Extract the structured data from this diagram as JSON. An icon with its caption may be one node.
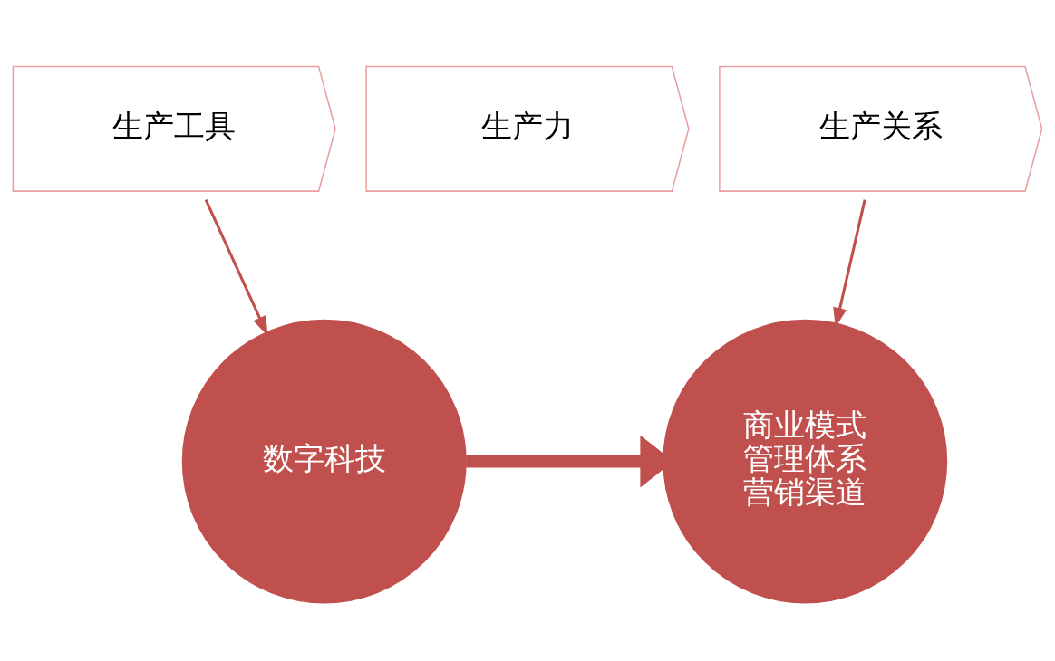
{
  "diagram": {
    "nodes": [
      {
        "text": [
          "生产工具"
        ]
      },
      {
        "text": [
          "生产力"
        ]
      },
      {
        "text": [
          "生产关系"
        ]
      },
      {
        "text": [
          "数字科技"
        ]
      },
      {
        "text": [
          "商业模式",
          "管理体系",
          "营销渠道"
        ]
      }
    ],
    "edges": [
      {
        "from": 0,
        "to": 3,
        "arrow": "to"
      },
      {
        "from": 2,
        "to": 4,
        "arrow": "to"
      },
      {
        "from": 3,
        "to": 4,
        "arrow": "to",
        "style": "thick"
      }
    ]
  }
}
